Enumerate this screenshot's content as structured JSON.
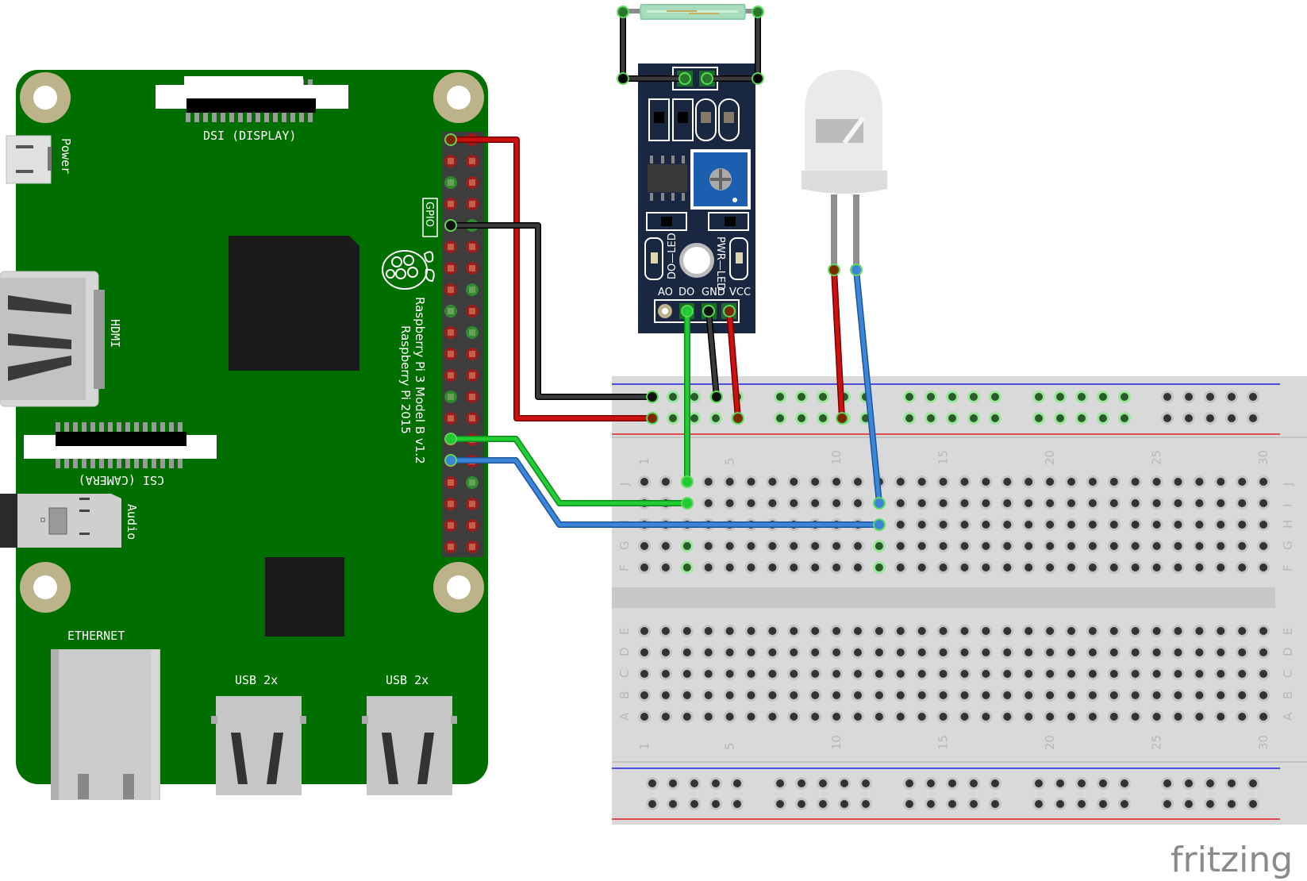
{
  "board": {
    "name": "Raspberry Pi 3 Model B v1.2",
    "copyright": "Raspberry Pi 2015",
    "labels": {
      "power": "Power",
      "dsi": "DSI (DISPLAY)",
      "hdmi": "HDMI",
      "csi": "CSI (CAMERA)",
      "audio": "Audio",
      "ethernet": "ETHERNET",
      "usb1": "USB 2x",
      "usb2": "USB 2x",
      "gpio": "GPIO"
    }
  },
  "sensor_module": {
    "pin_labels": [
      "AO",
      "DO",
      "GND",
      "VCC"
    ],
    "led_labels": {
      "do": "DO—LED",
      "pwr": "PWR—LED"
    }
  },
  "breadboard": {
    "column_labels": [
      "1",
      "5",
      "10",
      "15",
      "20",
      "25",
      "30"
    ],
    "row_labels_top": [
      "J",
      "I",
      "H",
      "G",
      "F"
    ],
    "row_labels_bottom": [
      "E",
      "D",
      "C",
      "B",
      "A"
    ]
  },
  "wires": [
    {
      "name": "red-5v-wire",
      "color": "#cc1111"
    },
    {
      "name": "black-gnd-wire",
      "color": "#333333"
    },
    {
      "name": "green-signal-wire",
      "color": "#22bb33"
    },
    {
      "name": "blue-led-wire",
      "color": "#3377cc"
    }
  ],
  "colors": {
    "pcb": "#006f00",
    "module": "#1a2740",
    "breadboard": "#d9d9d9",
    "rail_blue": "#1f1fe0",
    "rail_red": "#e01f1f"
  },
  "watermark": "fritzing"
}
